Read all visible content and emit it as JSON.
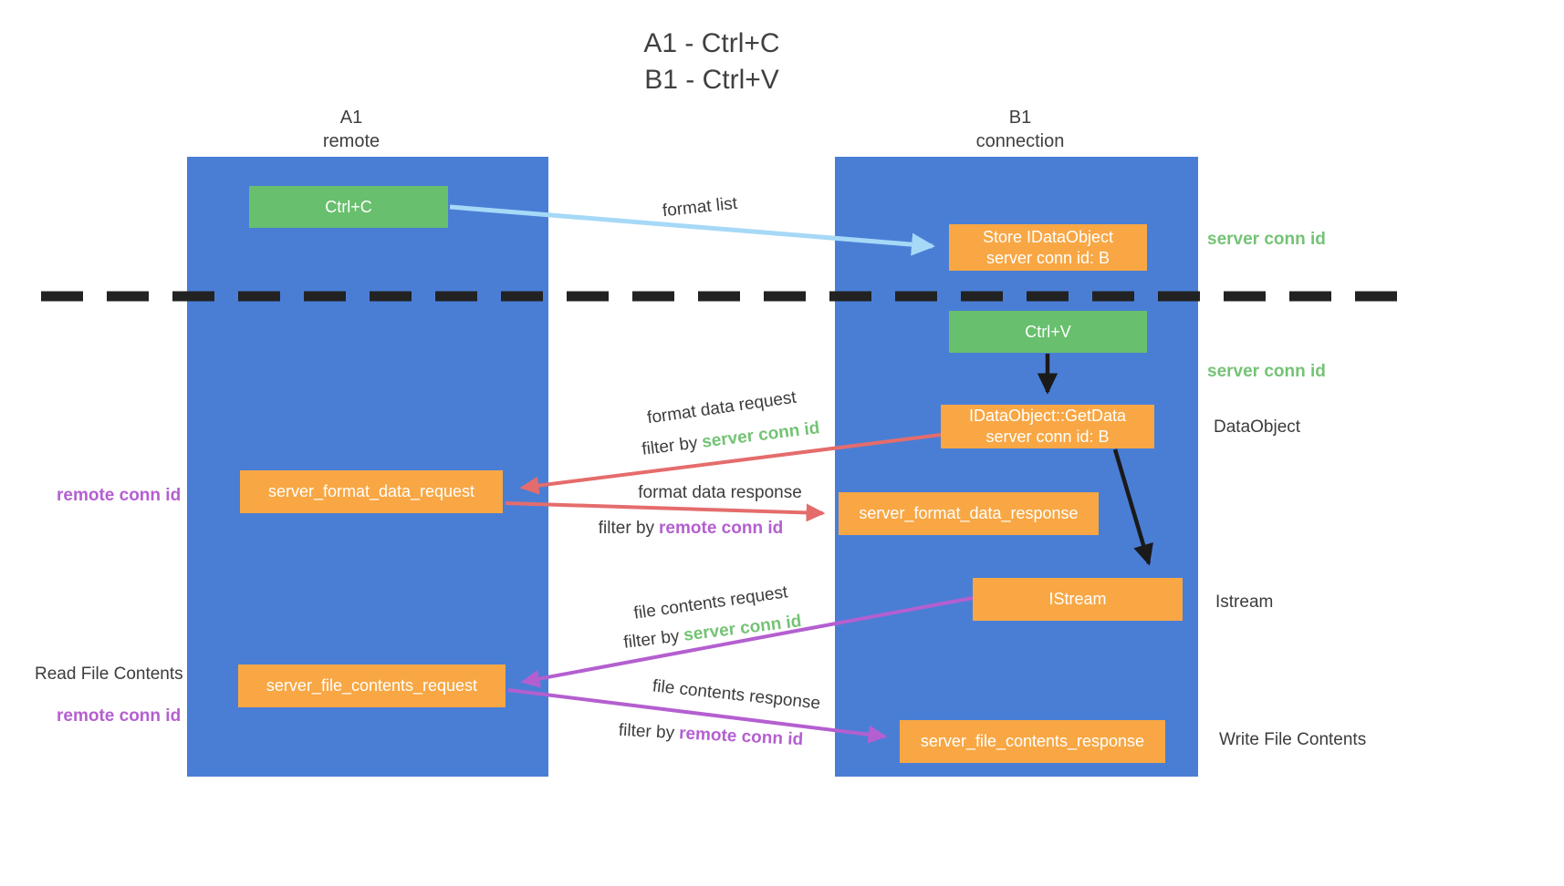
{
  "title": {
    "line1": "A1 - Ctrl+C",
    "line2": "B1 - Ctrl+V"
  },
  "lanes": {
    "a1": {
      "name": "A1",
      "subtitle": "remote"
    },
    "b1": {
      "name": "B1",
      "subtitle": "connection"
    }
  },
  "nodes": {
    "ctrl_c": {
      "label": "Ctrl+C"
    },
    "store_idataobject": {
      "line1": "Store IDataObject",
      "line2": "server conn id: B"
    },
    "ctrl_v": {
      "label": "Ctrl+V"
    },
    "getdata": {
      "line1": "IDataObject::GetData",
      "line2": "server conn id: B"
    },
    "server_format_data_request": {
      "label": "server_format_data_request"
    },
    "server_format_data_response": {
      "label": "server_format_data_response"
    },
    "istream": {
      "label": "IStream"
    },
    "server_file_contents_request": {
      "label": "server_file_contents_request"
    },
    "server_file_contents_response": {
      "label": "server_file_contents_response"
    }
  },
  "edges": {
    "format_list": {
      "label": "format list"
    },
    "format_data_request": {
      "label": "format data request",
      "filter_prefix": "filter by",
      "filter_key": "server conn id"
    },
    "format_data_response": {
      "label": "format data response",
      "filter_prefix": "filter by",
      "filter_key": "remote conn id"
    },
    "file_contents_request": {
      "label": "file contents request",
      "filter_prefix": "filter by",
      "filter_key": "server conn id"
    },
    "file_contents_response": {
      "label": "file contents response",
      "filter_prefix": "filter by",
      "filter_key": "remote conn id"
    }
  },
  "side_labels": {
    "server_conn_id_top": "server conn id",
    "server_conn_id_mid": "server conn id",
    "dataobject": "DataObject",
    "istream": "Istream",
    "write_file_contents": "Write File Contents",
    "remote_conn_id_top": "remote conn id",
    "read_file_contents": "Read File Contents",
    "remote_conn_id_bottom": "remote conn id"
  },
  "colors": {
    "lane_blue": "#4a7ed5",
    "node_green": "#68bf6d",
    "node_orange": "#f8a744",
    "arrow_lightblue": "#a6d9f7",
    "arrow_red": "#e56c6c",
    "arrow_purple": "#b45fd0",
    "arrow_black": "#1a1a1a",
    "label_green": "#74c375",
    "label_purple": "#b45fd0"
  }
}
